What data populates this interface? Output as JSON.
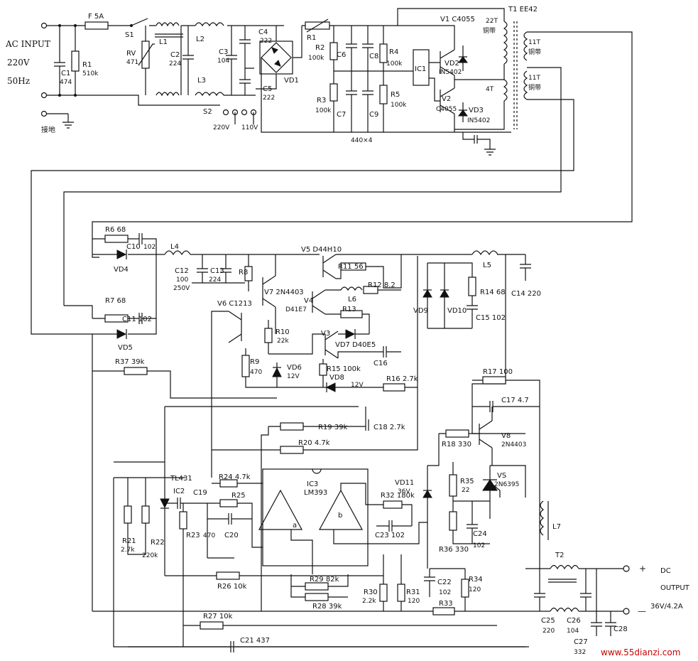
{
  "input": {
    "line1": "AC INPUT",
    "line2": "220V",
    "line3": "50Hz",
    "ground": "接地"
  },
  "labels": {
    "F": "F 5A",
    "S1": "S1",
    "L1": "L1",
    "L2": "L2",
    "L3": "L3",
    "C1": "C1",
    "C1v": "474",
    "R1": "R1",
    "R1v": "510k",
    "RV": "RV",
    "RVv": "471",
    "C2": "C2",
    "C2v": "224",
    "C3": "C3",
    "C3v": "104",
    "C4": "C4",
    "C4v": "222",
    "C5": "C5",
    "C5v": "222",
    "S2": "S2",
    "S2a": "220V",
    "S2b": "110V",
    "VD1": "VD1",
    "R1b": "R1",
    "R1bv": "100k",
    "R2": "R2",
    "R2v": "100k",
    "R3": "R3",
    "R3v": "100k",
    "C6": "C6",
    "C7": "C7",
    "C8": "C8",
    "C9": "C9",
    "cap440": "440×4",
    "R4": "R4",
    "R4v": "100k",
    "R5": "R5",
    "R5v": "100k",
    "IC1": "IC1",
    "V1": "V1  C4055",
    "VD2": "VD2",
    "VD2v": "IN5402",
    "V2": "V2",
    "V2v": "C4055",
    "VD3": "VD3",
    "VD3v": "IN5402",
    "T1": "T1  EE42",
    "w22T": "22T",
    "wCu1": "铜带",
    "w4T": "4T",
    "w11Ta": "11T",
    "wCu2": "铜带",
    "w11Tb": "11T",
    "wCu3": "铜带",
    "R6": "R6  68",
    "C10": "C10",
    "C10v": "102",
    "VD4": "VD4",
    "L4": "L4",
    "C12": "C12",
    "C12v": "100",
    "C12v2": "250V",
    "C13": "C13",
    "C13v": "224",
    "R8": "R8",
    "V5": "V5  D44H10",
    "R11": "R11  56",
    "R12": "R12  8.2",
    "L6": "L6",
    "V7": "V7  2N4403",
    "V4": "V4",
    "V4v": "D41E7",
    "R13": "R13",
    "V6": "V6  C1213",
    "R7": "R7  68",
    "C11": "C11  102",
    "VD5": "VD5",
    "R10": "R10",
    "R10v": "22k",
    "V3": "V3",
    "VD7": "VD7  D40E5",
    "C16": "C16",
    "R15": "R15  100k",
    "VD6": "VD6",
    "VD6v": "12V",
    "VD8": "VD8",
    "VD8v": "12V",
    "R16": "R16  2.7k",
    "R9": "R9",
    "R9v": "470",
    "R37": "R37  39k",
    "R19": "R19  39k",
    "C18": "C18  2.7k",
    "R20": "R20  4.7k",
    "L5": "L5",
    "C14": "C14  220",
    "VD9": "VD9",
    "VD10": "VD10",
    "R14": "R14  68",
    "C15": "C15  102",
    "R17": "R17  100",
    "C17": "C17  4.7",
    "R18": "R18  330",
    "V8": "V8",
    "V8v": "2N4403",
    "TL431": "TL431",
    "IC2": "IC2",
    "C19": "C19",
    "R24": "R24  4.7k",
    "R25": "R25",
    "IC3": "IC3",
    "IC3v": "LM393",
    "VD11": "VD11",
    "VD11v": "36V",
    "R32": "R32  180k",
    "VS": "VS",
    "VSv": "2N6395",
    "R35": "R35",
    "R35v": "22",
    "R21": "R21",
    "R21v": "2.7k",
    "R22": "R22",
    "R22v": "220k",
    "R23": "R23",
    "R23v": "470",
    "C20": "C20",
    "opA": "a",
    "opB": "b",
    "C23": "C23  102",
    "C24": "C24",
    "C24v": "102",
    "R36": "R36  330",
    "L7": "L7",
    "R26": "R26  10k",
    "R29": "R29  82k",
    "R28": "R28  39k",
    "R30": "R30",
    "R30v": "2.2k",
    "R31": "R31",
    "R31v": "120",
    "C22": "C22",
    "C22v": "102",
    "R34": "R34",
    "R34v": "120",
    "R33": "R33",
    "T2": "T2",
    "R27": "R27  10k",
    "C21": "C21  437",
    "C25": "C25",
    "C25v": "220",
    "C26": "C26",
    "C26v": "104",
    "C27": "C27",
    "C27v": "332",
    "C28": "C28"
  },
  "output": {
    "plus": "+",
    "minus": "—",
    "line1": "DC",
    "line2": "OUTPUT",
    "line3": "36V/4.2A"
  },
  "watermark": "www.55dianzi.com"
}
